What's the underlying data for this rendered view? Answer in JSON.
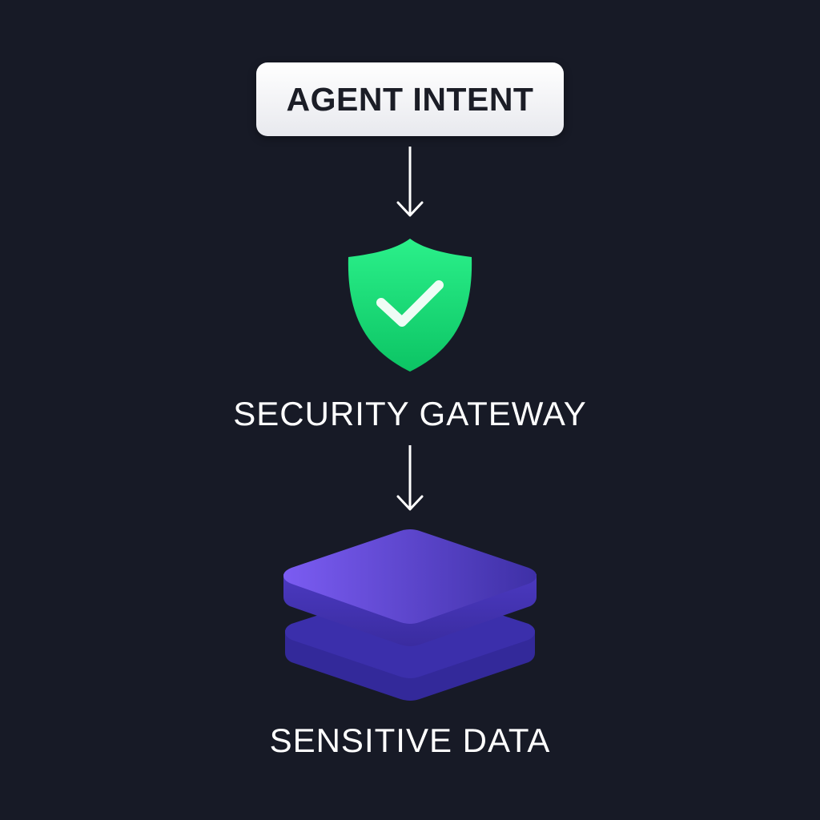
{
  "nodes": {
    "intent": {
      "label": "AGENT INTENT"
    },
    "gateway": {
      "label": "SECURITY GATEWAY",
      "icon": "shield-check-icon"
    },
    "data": {
      "label": "SENSITIVE DATA",
      "icon": "database-stack-icon"
    }
  },
  "colors": {
    "background": "#171a26",
    "shield_green": "#17d56f",
    "data_purple": "#5b3fd1",
    "text": "#ffffff"
  }
}
